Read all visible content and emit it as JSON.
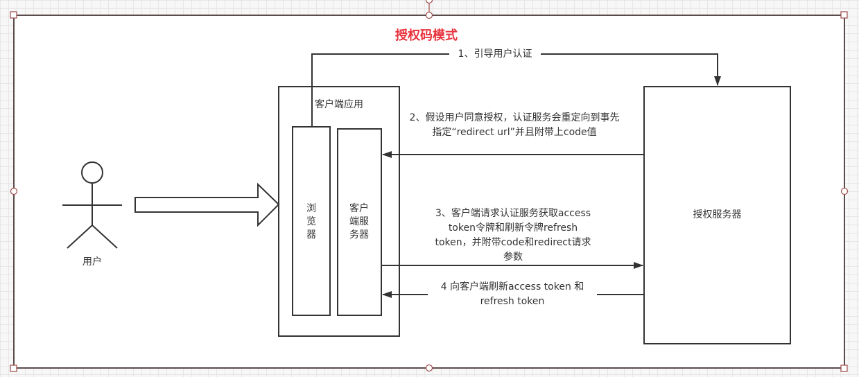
{
  "title": "授权码模式",
  "nodes": {
    "user": "用户",
    "client_app": "客户端应用",
    "browser": "浏览器",
    "client_server": "客户端服务器",
    "auth_server": "授权服务器"
  },
  "edges": {
    "step1": "1、引导用户认证",
    "step2": "2、假设用户同意授权，认证服务会重定向到事先指定“redirect url”并且附带上code值",
    "step3": "3、客户端请求认证服务获取access token令牌和刷新令牌refresh token，并附带code和redirect请求参数",
    "step4": "4 向客户端刷新access token 和refresh token"
  },
  "colors": {
    "title": "#e8323c",
    "stroke": "#333333",
    "frame": "#5a4a4a",
    "handle": "#9e4a4a"
  }
}
